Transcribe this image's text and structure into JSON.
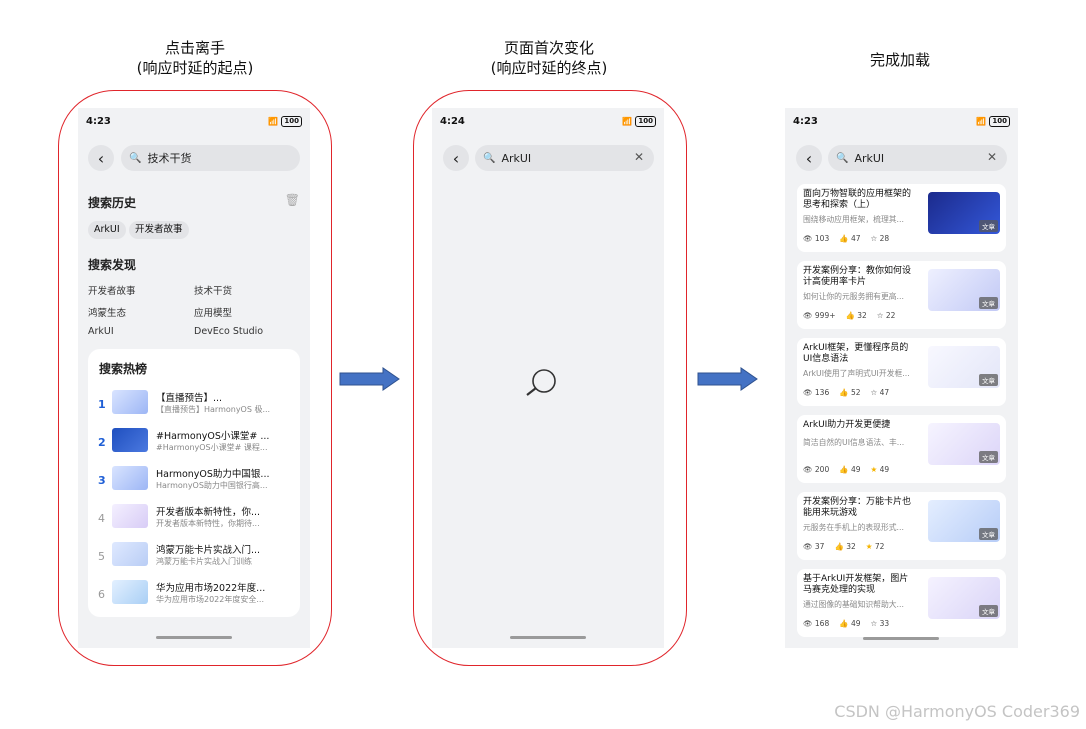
{
  "captions": {
    "left_line1": "点击离手",
    "left_line2": "(响应时延的起点)",
    "middle_line1": "页面首次变化",
    "middle_line2": "(响应时延的终点)",
    "right_line1": "完成加载"
  },
  "status_bar": {
    "time_left": "4:23",
    "time_middle": "4:24",
    "time_right": "4:23",
    "battery": "100"
  },
  "screen_left": {
    "search_text": "技术干货",
    "history_title": "搜索历史",
    "history_chips": [
      "ArkUI",
      "开发者故事"
    ],
    "discover_title": "搜索发现",
    "discover_items": [
      "开发者故事",
      "技术干货",
      "鸿蒙生态",
      "应用模型",
      "ArkUI",
      "DevEco Studio"
    ],
    "hot_title": "搜索热榜",
    "hot_list": [
      {
        "rank": "1",
        "title": "【直播预告】...",
        "sub": "【直播预告】HarmonyOS 极..."
      },
      {
        "rank": "2",
        "title": "#HarmonyOS小课堂# ...",
        "sub": "#HarmonyOS小课堂# 课程..."
      },
      {
        "rank": "3",
        "title": "HarmonyOS助力中国银...",
        "sub": "HarmonyOS助力中国银行高..."
      },
      {
        "rank": "4",
        "title": "开发者版本新特性，你...",
        "sub": "开发者版本新特性，你期待..."
      },
      {
        "rank": "5",
        "title": "鸿蒙万能卡片实战入门...",
        "sub": "鸿蒙万能卡片实战入门训练"
      },
      {
        "rank": "6",
        "title": "华为应用市场2022年度...",
        "sub": "华为应用市场2022年度安全..."
      }
    ]
  },
  "screen_middle": {
    "search_text": "ArkUI"
  },
  "screen_right": {
    "search_text": "ArkUI",
    "tag_label": "文章",
    "results": [
      {
        "title": "面向万物智联的应用框架的思考和探索（上）",
        "sub": "围绕移动应用框架，梳理其...",
        "views": "103",
        "likes": "47",
        "stars": "28"
      },
      {
        "title": "开发案例分享：教你如何设计高使用率卡片",
        "sub": "如何让你的元服务拥有更高...",
        "views": "999+",
        "likes": "32",
        "stars": "22"
      },
      {
        "title": "ArkUI框架，更懂程序员的UI信息语法",
        "sub": "ArkUI使用了声明式UI开发框...",
        "views": "136",
        "likes": "52",
        "stars": "47"
      },
      {
        "title": "ArkUI助力开发更便捷",
        "sub": "简洁自然的UI信息语法、丰...",
        "views": "200",
        "likes": "49",
        "stars": "49"
      },
      {
        "title": "开发案例分享：万能卡片也能用来玩游戏",
        "sub": "元服务在手机上的表现形式...",
        "views": "37",
        "likes": "32",
        "stars": "72"
      },
      {
        "title": "基于ArkUI开发框架，图片马赛克处理的实现",
        "sub": "通过图像的基础知识帮助大...",
        "views": "168",
        "likes": "49",
        "stars": "33"
      }
    ]
  },
  "watermark": "CSDN @HarmonyOS Coder369",
  "colors": {
    "outline": "#e0252b",
    "arrow": "#4472c4",
    "rank_top": "#1f5fd6",
    "like": "#e8623c",
    "star": "#f5b400"
  }
}
